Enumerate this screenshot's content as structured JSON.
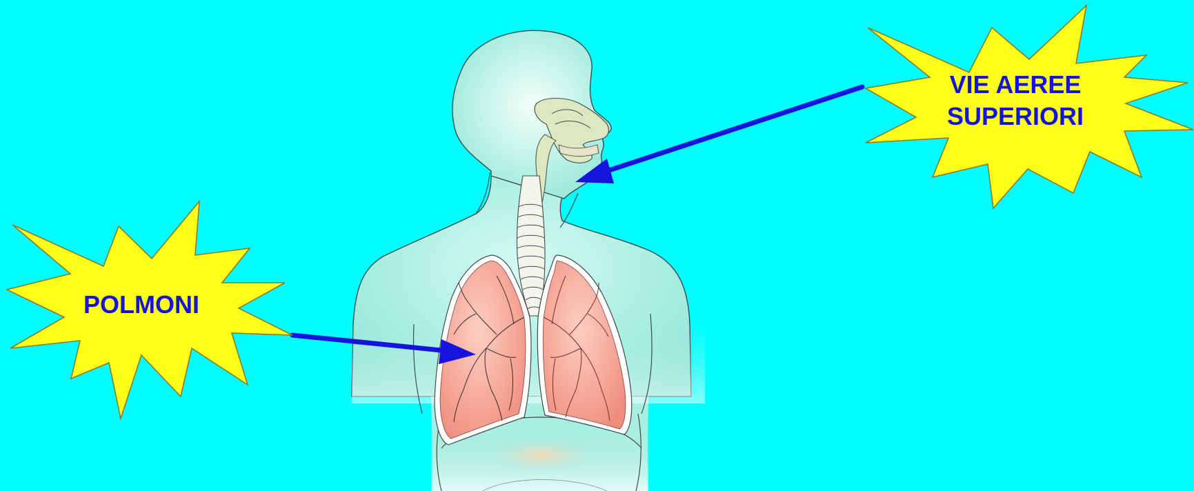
{
  "diagram": {
    "labels": {
      "upper_airways": [
        "VIE AEREE",
        "SUPERIORI"
      ],
      "lungs": "POLMONI"
    },
    "colors": {
      "background": "#00FFFF",
      "starburst_fill": "#FFFF1A",
      "starburst_stroke": "#8A7A2A",
      "label_text": "#1414DC",
      "arrow": "#1414DC",
      "body_fill": "#A8F0E6",
      "body_outline": "#3C4A48",
      "lung_fill": "#F7A99A",
      "trachea_fill": "#F4F4EC",
      "nasal_fill": "#DDE8C0"
    }
  }
}
